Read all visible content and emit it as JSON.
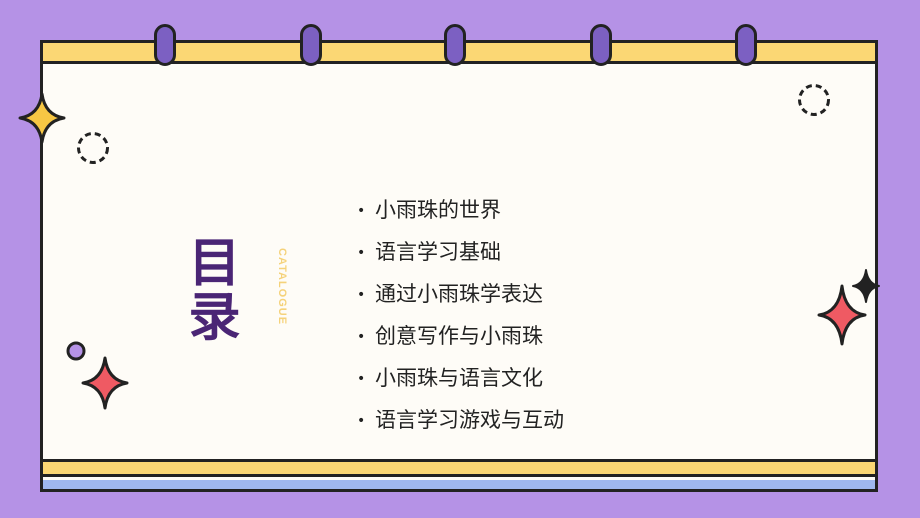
{
  "slide": {
    "title": "目录",
    "subtitle": "CATALOGUE",
    "items": [
      "小雨珠的世界",
      "语言学习基础",
      "通过小雨珠学表达",
      "创意写作与小雨珠",
      "小雨珠与语言文化",
      "语言学习游戏与互动"
    ]
  },
  "colors": {
    "background": "#b592e6",
    "title": "#4a2575",
    "subtitle": "#f5d27a",
    "ring": "#7c60c2",
    "band_yellow": "#fbd774",
    "band_blue": "#9fb8ee",
    "star_red": "#ef5a63",
    "star_yellow": "#f7c744"
  },
  "icons": [
    "sparkle-star-icon",
    "dashed-circle-icon",
    "small-circle-icon"
  ]
}
